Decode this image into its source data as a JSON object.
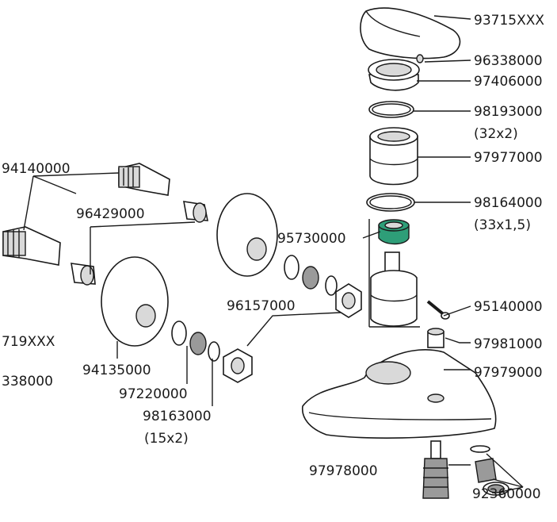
{
  "labels": {
    "l93715": "93715XXX",
    "l96338": "96338000",
    "l97406": "97406000",
    "l98193": "98193000",
    "l98193s": "(32x2)",
    "l97977": "97977000",
    "l98164": "98164000",
    "l98164s": "(33x1,5)",
    "l94140": "94140000",
    "l96429": "96429000",
    "l95730": "95730000",
    "l96157": "96157000",
    "l95140": "95140000",
    "l719": "719XXX",
    "l338": "338000",
    "l94135": "94135000",
    "l97981": "97981000",
    "l97979": "97979000",
    "l97220": "97220000",
    "l98163": "98163000",
    "l98163s": "(15x2)",
    "l97978": "97978000",
    "l92360": "92360000"
  },
  "colors": {
    "line": "#1a1a1a",
    "cartridge_nut": "#2e9e78"
  }
}
